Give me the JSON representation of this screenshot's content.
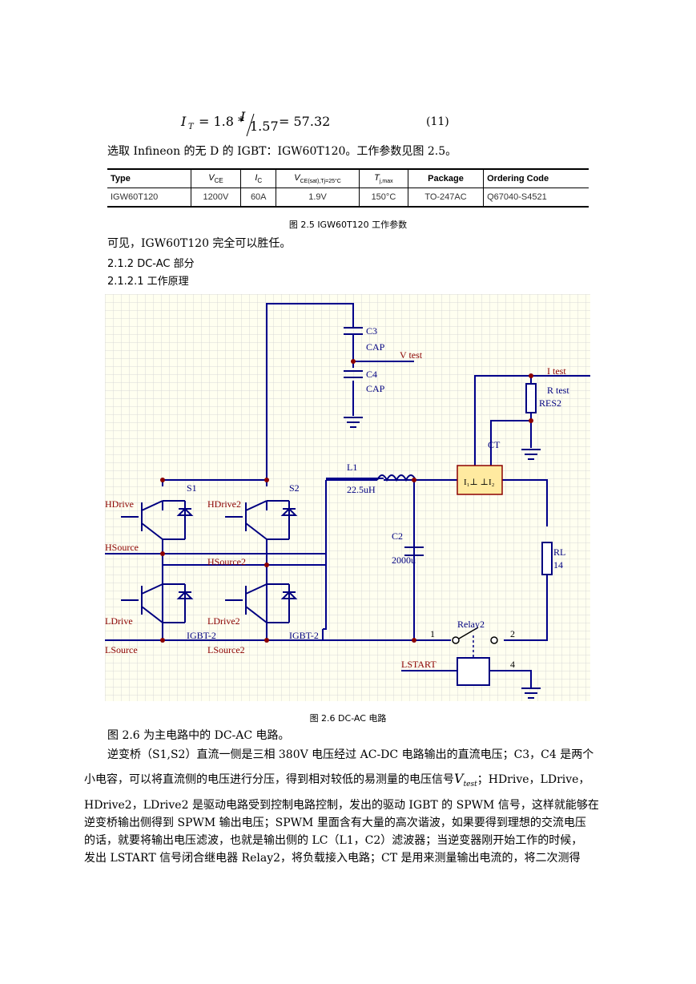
{
  "equation": {
    "lhs_var": "I",
    "lhs_sub": "T",
    "rhs_prefix": "= 1.8 *",
    "frac_num": "I",
    "frac_den": "1.57",
    "result": "= 57.32",
    "number": "(11)"
  },
  "text": {
    "select_line": "选取 Infineon 的无 D 的 IGBT：IGW60T120。工作参数见图 2.5。",
    "table_caption": "图 2.5 IGW60T120 工作参数",
    "conclusion": "可见，IGW60T120 完全可以胜任。",
    "heading_1": "2.1.2 DC-AC 部分",
    "heading_2": "2.1.2.1 工作原理",
    "figure_caption": "图 2.6 DC-AC 电路",
    "p1": "图 2.6 为主电路中的 DC-AC 电路。",
    "p2_line1": "逆变桥（S1,S2）直流一侧是三相 380V 电压经过 AC-DC 电路输出的直流电压；C3，C4 是两个",
    "p2_line2_a": "小电容，可以将直流侧的电压进行分压，得到相对较低的易测量的电压信号",
    "p2_line2_var": "V",
    "p2_line2_sub": "test",
    "p2_line2_b": "；HDrive，LDrive，",
    "p2_line3": "HDrive2，LDrive2 是驱动电路受到控制电路控制，发出的驱动 IGBT 的 SPWM 信号，这样就能够在",
    "p2_line4": "逆变桥输出侧得到 SPWM 输出电压；SPWM 里面含有大量的高次谐波，如果要得到理想的交流电压",
    "p2_line5": "的话，就要将输出电压滤波，也就是输出侧的 LC（L1，C2）滤波器；当逆变器刚开始工作的时候，",
    "p2_line6": "发出 LSTART 信号闭合继电器 Relay2，将负载接入电路；CT 是用来测量输出电流的，将二次测得"
  },
  "table": {
    "headers": [
      "Type",
      "V",
      "I",
      "V",
      "T",
      "Package",
      "Ordering Code"
    ],
    "header_subs": [
      "",
      "CE",
      "C",
      "CE(sat),Tj=25°C",
      "j,max",
      "",
      ""
    ],
    "row": [
      "IGW60T120",
      "1200V",
      "60A",
      "1.9V",
      "150°C",
      "TO-247AC",
      "Q67040-S4521"
    ]
  },
  "schematic": {
    "labels": {
      "c3": "C3",
      "c3_type": "CAP",
      "v_test": "V test",
      "c4": "C4",
      "c4_type": "CAP",
      "i_test": "I test",
      "r_test": "R test",
      "res2": "RES2",
      "ct": "CT",
      "l1": "L1",
      "l1_val": "22.5uH",
      "c2": "C2",
      "c2_val": "2000u",
      "rl": "RL",
      "rl_val": "14",
      "s1": "S1",
      "s2": "S2",
      "hdrive": "HDrive",
      "hdrive2": "HDrive2",
      "hsource": "HSource",
      "hsource2": "HSource2",
      "ldrive": "LDrive",
      "ldrive2": "LDrive2",
      "lsource": "LSource",
      "lsource2": "LSource2",
      "igbt_a": "IGBT-2",
      "igbt_b": "IGBT-2",
      "relay": "Relay2",
      "lstart": "LSTART",
      "pin1": "1",
      "pin2": "2",
      "pin4": "4"
    },
    "colors": {
      "wire": "#00008b",
      "label": "#8b0000",
      "part": "#000080",
      "grid": "#d8d8d8",
      "ct_fill": "#ffeaa0"
    }
  }
}
